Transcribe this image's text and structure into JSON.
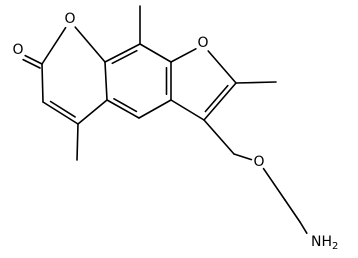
{
  "atoms": {
    "carbonyl_oxygen": "O",
    "pyranone_ring_oxygen": "O",
    "furan_ring_oxygen": "O",
    "ether_oxygen": "O",
    "amine_group": {
      "element": "NH",
      "subscript": "2"
    }
  }
}
